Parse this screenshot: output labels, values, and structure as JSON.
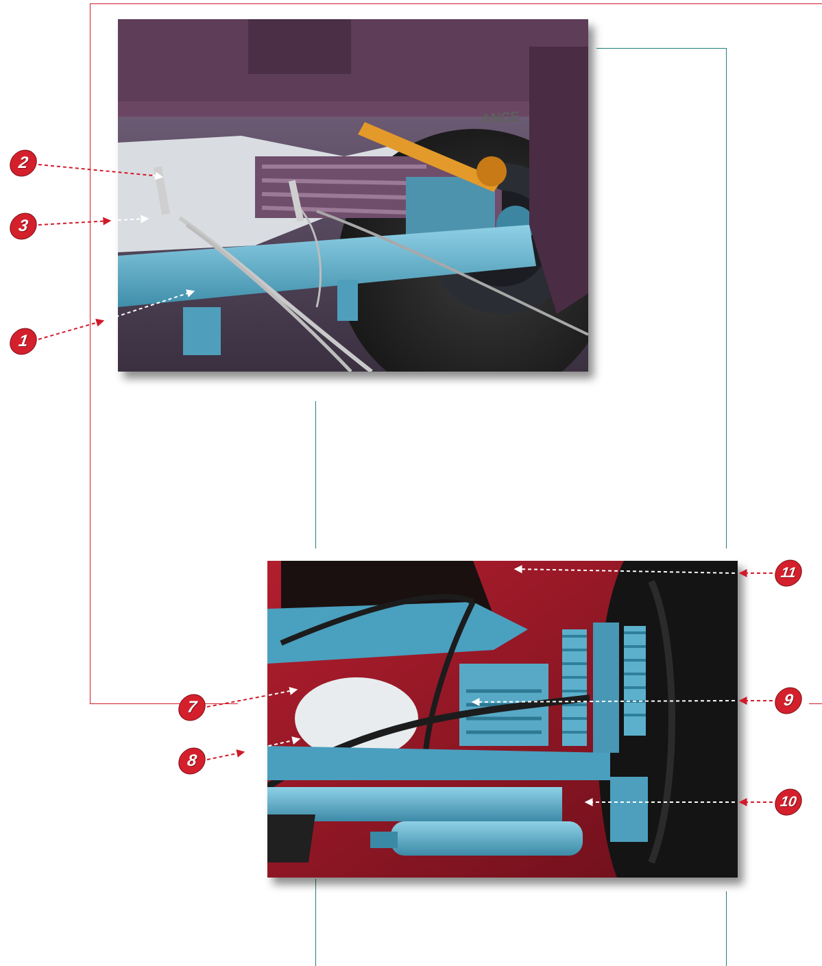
{
  "colors": {
    "frame_red": "#d11a2a",
    "frame_teal": "#1e7f7a",
    "badge_red": "#d4202c",
    "leader_red": "#d11a2a",
    "leader_white": "#ffffff",
    "machine_blue": "#4fa3c0"
  },
  "callouts": {
    "c1": "1",
    "c2": "2",
    "c3": "3",
    "c7": "7",
    "c8": "8",
    "c9": "9",
    "c10": "10",
    "c11": "11"
  },
  "photos": {
    "top": {
      "tire_text": "ANCE",
      "subject": "trailer axle with leaf spring and brake cables"
    },
    "bottom": {
      "subject": "trailer axle with hydraulic cylinders and springs"
    }
  }
}
